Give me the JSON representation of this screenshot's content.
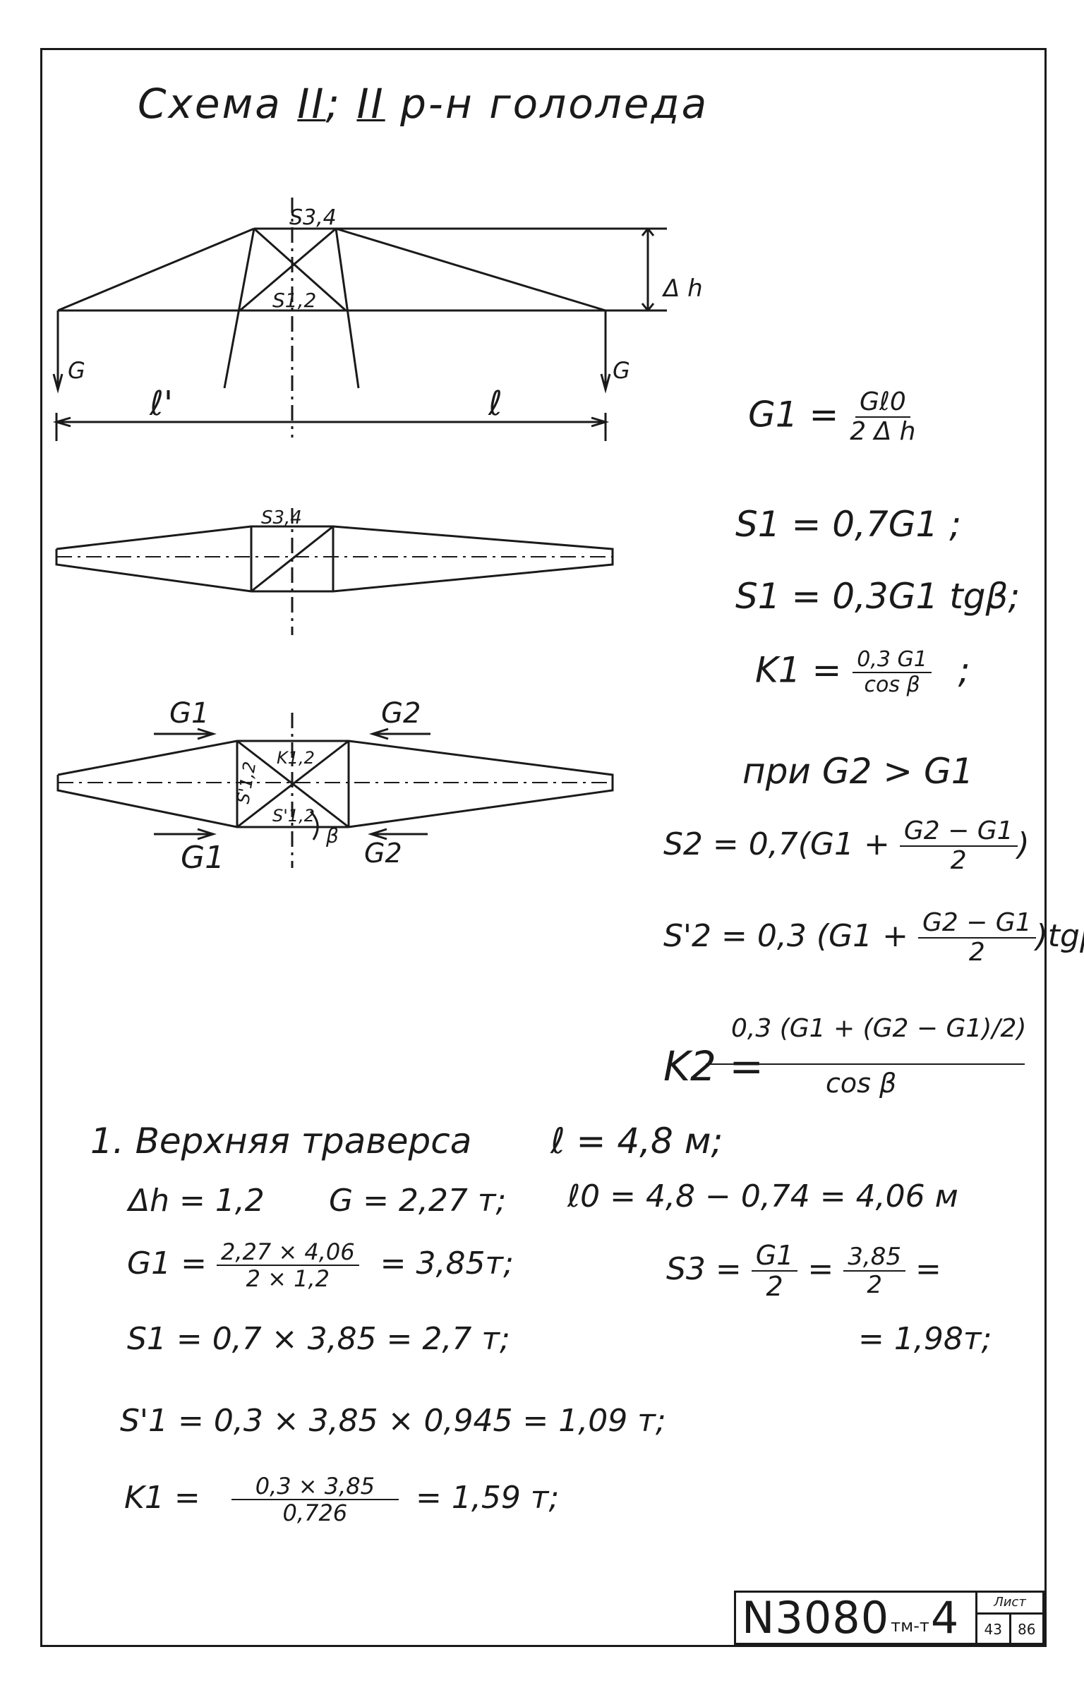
{
  "title": {
    "prefix": "Схема",
    "roman": "II",
    "sep": ";",
    "roman2": "II",
    "suffix": "р-н гололеда"
  },
  "diagram": {
    "s34_top": "S3,4",
    "s12_top": "S1,2",
    "dh": "Δ h",
    "load_left": "G",
    "load_right": "G",
    "span_left": "ℓ'",
    "span_right": "ℓ",
    "s34_plan": "S3,4",
    "g1_top": "G1",
    "g2_top": "G2",
    "k12": "K1,2",
    "s12_side": "S'1,2",
    "s12_inner": "S'1,2",
    "beta": "β",
    "g1_bottom": "G1",
    "g2_bottom": "G2"
  },
  "formulas": {
    "g1": {
      "lhs": "G1 =",
      "num": "Gℓ0",
      "den": "2 Δ h"
    },
    "s1": "S1 = 0,7G1 ;",
    "s1p": "S1 = 0,3G1 tgβ;",
    "k1": {
      "lhs": "K1 =",
      "num": "0,3 G1",
      "den": "cos β",
      "tail": ";"
    },
    "cond": "при G2 > G1",
    "s2": {
      "lhs": "S2 = 0,7(G1 +",
      "num": "G2 − G1",
      "den": "2",
      "tail": ")"
    },
    "s2p": {
      "lhs": "S'2 = 0,3 (G1 +",
      "num": "G2 − G1",
      "den": "2",
      "tail": ")tgβ"
    },
    "k2": {
      "lhs": "K2 =",
      "num": "0,3 (G1 + (G2 − G1)/2)",
      "den": "cos β"
    }
  },
  "calc": {
    "heading": "1.  Верхняя    траверса",
    "span": "ℓ = 4,8 м;",
    "dh": "Δh = 1,2",
    "g": "G = 2,27 т;",
    "l0": "ℓ0 = 4,8  −  0,74  =  4,06 м",
    "g1": {
      "lhs": "G1 =",
      "num": "2,27 × 4,06",
      "den": "2 × 1,2",
      "rhs": "= 3,85т;"
    },
    "s3": {
      "lhs": "S3 =",
      "num1": "G1",
      "den1": "2",
      "num2": "3,85",
      "den2": "2",
      "eq": "="
    },
    "s3_result": "= 1,98т;",
    "s1": "S1 =  0,7 × 3,85   =   2,7 т;",
    "s1p": "S'1 =  0,3 × 3,85 ×  0,945  = 1,09 т;",
    "k1": {
      "lhs": "K1 =",
      "num": "0,3 × 3,85",
      "den": "0,726",
      "rhs": "= 1,59 т;"
    }
  },
  "stamp": {
    "code": "N3080",
    "suffix": "тм-т",
    "number": "4",
    "sheet_label": "Лист",
    "sheet": "43",
    "total": "86"
  }
}
